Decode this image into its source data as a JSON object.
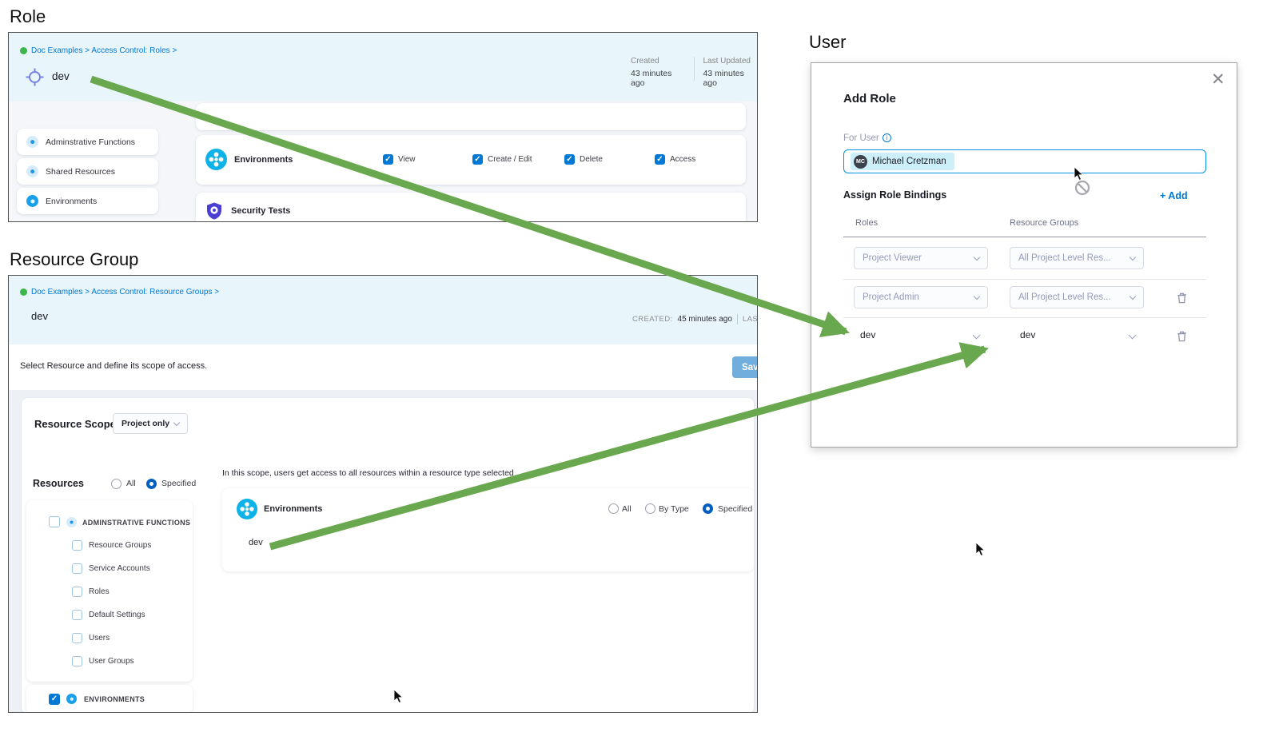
{
  "titles": {
    "role": "Role",
    "resource_group": "Resource Group",
    "user": "User"
  },
  "role_panel": {
    "breadcrumb": "Doc Examples > Access Control: Roles >",
    "name": "dev",
    "meta": {
      "created_label": "Created",
      "created_value": "43 minutes ago",
      "updated_label": "Last Updated",
      "updated_value": "43 minutes ago"
    },
    "sidebar": [
      {
        "label": "Adminstrative Functions"
      },
      {
        "label": "Shared Resources"
      },
      {
        "label": "Environments"
      }
    ],
    "env_row": {
      "label": "Environments",
      "permissions": [
        {
          "label": "View",
          "checked": true
        },
        {
          "label": "Create / Edit",
          "checked": true
        },
        {
          "label": "Delete",
          "checked": true
        },
        {
          "label": "Access",
          "checked": true
        }
      ]
    },
    "security_row": {
      "label": "Security Tests"
    }
  },
  "resource_group_panel": {
    "breadcrumb": "Doc Examples > Access Control: Resource Groups >",
    "name": "dev",
    "meta": {
      "created_label": "CREATED:",
      "created_value": "45 minutes ago",
      "updated_label": "LAST UPDATED:"
    },
    "instruction": "Select Resource and define its scope of access.",
    "save_button": "Save",
    "resource_scope": {
      "label": "Resource Scope",
      "value": "Project only"
    },
    "resources": {
      "label": "Resources",
      "options": [
        {
          "label": "All",
          "selected": false
        },
        {
          "label": "Specified",
          "selected": true
        }
      ]
    },
    "admin_group": {
      "label": "ADMINSTRATIVE FUNCTIONS",
      "children": [
        {
          "label": "Resource Groups"
        },
        {
          "label": "Service Accounts"
        },
        {
          "label": "Roles"
        },
        {
          "label": "Default Settings"
        },
        {
          "label": "Users"
        },
        {
          "label": "User Groups"
        }
      ]
    },
    "environments_group": {
      "label": "ENVIRONMENTS",
      "checked": true
    },
    "scope_hint": "In this scope, users get access to all resources within a resource type selected",
    "environments_card": {
      "label": "Environments",
      "options": [
        {
          "label": "All",
          "selected": false
        },
        {
          "label": "By Type",
          "selected": false
        },
        {
          "label": "Specified",
          "selected": true
        }
      ],
      "specified_value": "dev"
    }
  },
  "user_dialog": {
    "title": "Add Role",
    "for_user_label": "For User",
    "user_chip": {
      "initials": "MC",
      "name": "Michael Cretzman"
    },
    "assign_label": "Assign Role Bindings",
    "add_button": "+ Add",
    "columns": {
      "roles": "Roles",
      "resource_groups": "Resource Groups"
    },
    "bindings": [
      {
        "role": "Project Viewer",
        "resource_group": "All Project Level Res...",
        "deletable": false
      },
      {
        "role": "Project Admin",
        "resource_group": "All Project Level Res...",
        "deletable": true
      },
      {
        "role": "dev",
        "resource_group": "dev",
        "deletable": true
      }
    ]
  },
  "colors": {
    "accent_blue": "#0278d5",
    "header_bg": "#e8f5fb",
    "arrow_green": "#6aa84f",
    "checkbox_blue": "#0278d5",
    "env_icon_cyan": "#0db2e9",
    "security_icon_indigo": "#4b3ed2",
    "breadcrumb_dot_green": "#3cb549",
    "chip_bg": "#cdeffa",
    "input_border": "#0092e4"
  }
}
